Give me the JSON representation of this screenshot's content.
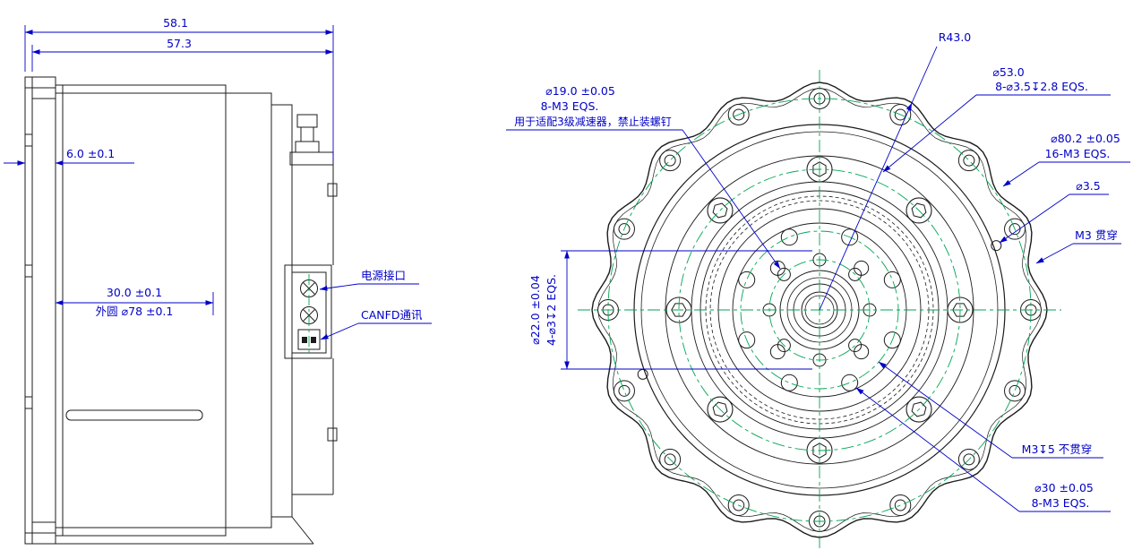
{
  "colors": {
    "geometry": "#1c1c1c",
    "dimension": "#0000c8",
    "centerline": "#00a651",
    "background": "#ffffff"
  },
  "side_view": {
    "dim_width_total": "58.1",
    "dim_width_inner": "57.3",
    "dim_flange": "6.0 ±0.1",
    "dim_depth": "30.0 ±0.1",
    "dim_outer_circle": "外圆 ⌀78 ±0.1",
    "label_power": "电源接口",
    "label_canfd": "CANFD通讯"
  },
  "front_view": {
    "dim_r43": "R43.0",
    "dim_d53": "⌀53.0",
    "dim_d53_note": "8-⌀3.5↧2.8 EQS.",
    "dim_d19": "⌀19.0 ±0.05",
    "dim_d19_note": "8-M3 EQS.",
    "dim_d19_usage": "用于适配3级减速器，禁止装螺钉",
    "dim_d80": "⌀80.2 ±0.05",
    "dim_d80_note": "16-M3 EQS.",
    "dim_d35": "⌀3.5",
    "dim_m3_through": "M3 贯穿",
    "dim_d22": "⌀22.0 ±0.04",
    "dim_d22_note": "4-⌀3↧2 EQS.",
    "dim_m3_blind": "M3↧5 不贯穿",
    "dim_d30": "⌀30 ±0.05",
    "dim_d30_note": "8-M3 EQS."
  }
}
